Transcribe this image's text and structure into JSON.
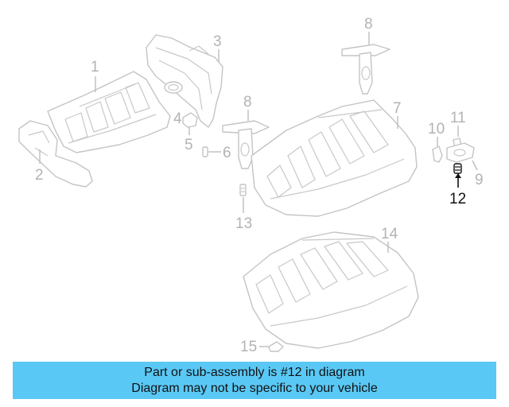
{
  "diagram": {
    "callouts": {
      "c1": "1",
      "c2": "2",
      "c3": "3",
      "c4": "4",
      "c5": "5",
      "c6": "6",
      "c7": "7",
      "c8a": "8",
      "c8b": "8",
      "c9": "9",
      "c10": "10",
      "c11": "11",
      "c12": "12",
      "c13": "13",
      "c14": "14",
      "c15": "15"
    },
    "highlighted_part": "12",
    "colors": {
      "highlight": "#111111",
      "parts": "#c4c4c4",
      "banner": "#5ac8f5"
    }
  },
  "banner": {
    "line1": "Part or sub-assembly is #12 in diagram",
    "line2": "Diagram may not be specific to your vehicle"
  }
}
